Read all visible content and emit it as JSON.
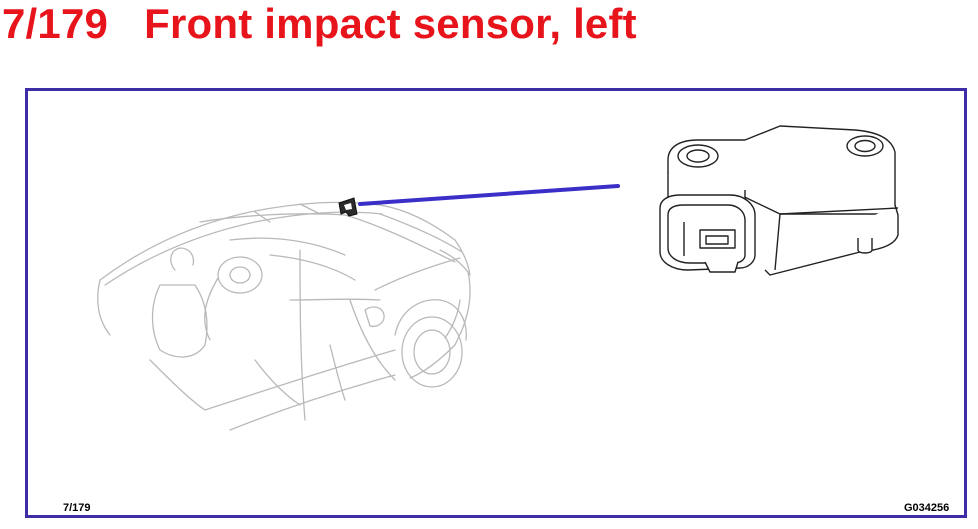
{
  "header": {
    "page_number": "7/179",
    "title": "Front impact sensor, left"
  },
  "footer": {
    "page_code": "7/179",
    "graphic_id": "G034256"
  },
  "colors": {
    "title": "#e8141b",
    "frame": "#3d2ea8",
    "leader_line": "#3a2fc8",
    "line_art_light": "#b9b9b9",
    "line_art_dark": "#222222"
  },
  "icons": [
    "car-illustration",
    "sensor-location-marker",
    "leader-line",
    "impact-sensor-illustration"
  ]
}
